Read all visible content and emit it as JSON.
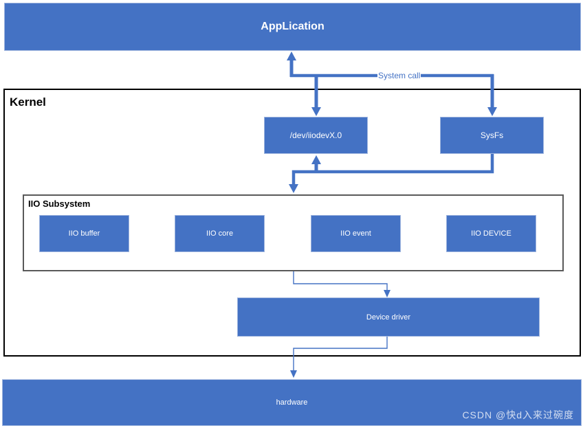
{
  "colors": {
    "box_fill": "#4472C4",
    "box_border": "#9FB5DE",
    "arrow_blue": "#4472C4",
    "kernel_border": "#000000",
    "subsystem_border": "#595959",
    "text_on_blue": "#FFFFFF",
    "watermark_text": "#EBF0F8"
  },
  "application": {
    "label": "AppLication"
  },
  "system_call": {
    "label": "System call"
  },
  "kernel": {
    "label": "Kernel",
    "dev_node": {
      "label": "/dev/iiodevX.0"
    },
    "sysfs": {
      "label": "SysFs"
    },
    "subsystem": {
      "label": "IIO Subsystem",
      "boxes": [
        {
          "label": "IIO buffer"
        },
        {
          "label": "IIO core"
        },
        {
          "label": "IIO event"
        },
        {
          "label": "IIO DEVICE"
        }
      ]
    },
    "device_driver": {
      "label": "Device driver"
    }
  },
  "hardware": {
    "label": "hardware"
  },
  "watermark": {
    "label": "CSDN @快d入来过碗度"
  }
}
